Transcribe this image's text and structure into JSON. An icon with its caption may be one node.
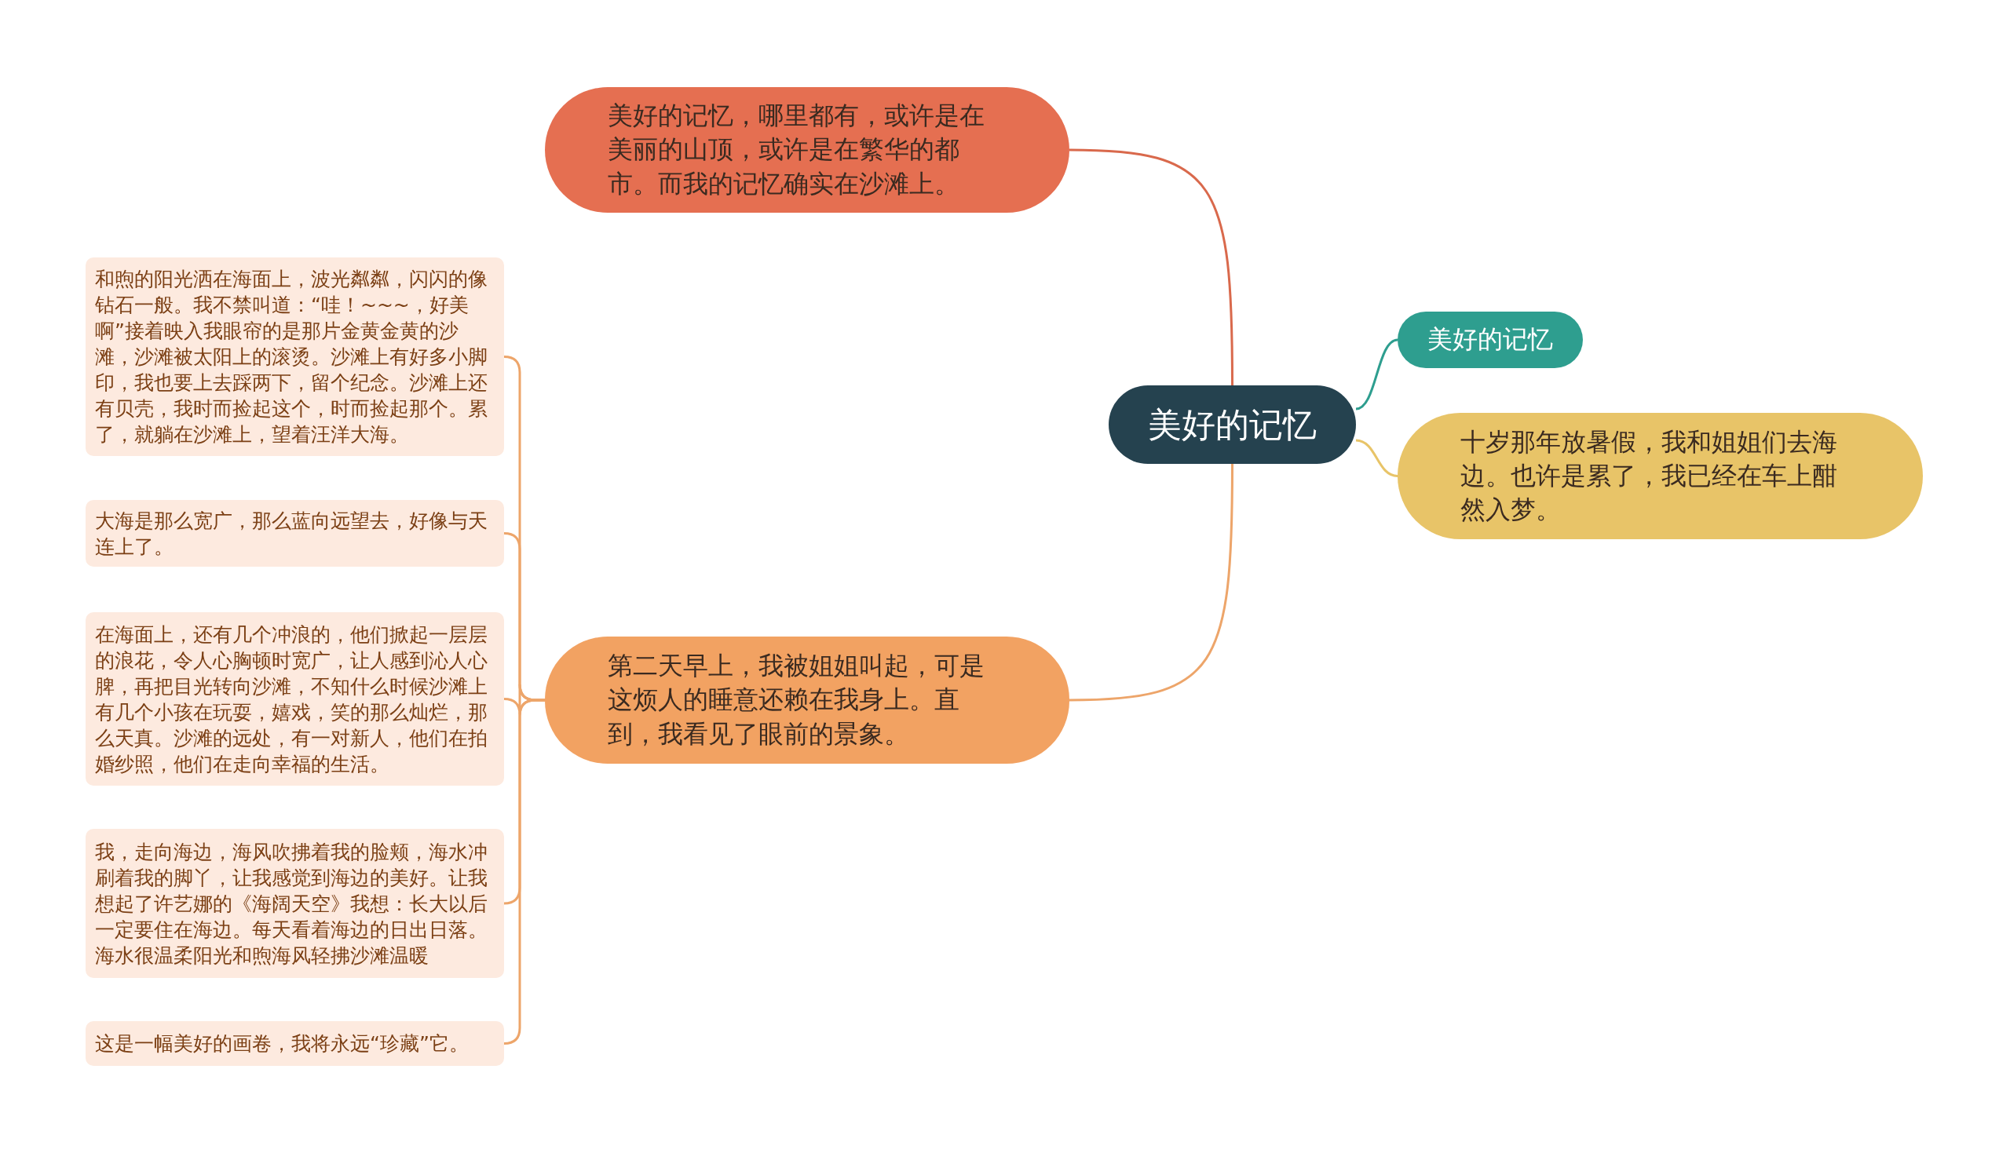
{
  "diagram": {
    "nodes": [
      {
        "text": [
          "美好的记忆"
        ]
      },
      {
        "text": [
          "美好的记忆，哪里都有，或许是在美丽的山顶，或许是在繁华的都市。而我的记忆确实在沙滩上。"
        ]
      },
      {
        "text": [
          "美好的记忆"
        ]
      },
      {
        "text": [
          "十岁那年放暑假，我和姐姐们去海边。也许是累了，我已经在车上酣然入梦。"
        ]
      },
      {
        "text": [
          "第二天早上，我被姐姐叫起，可是这烦人的睡意还赖在我身上。直到，我看见了眼前的景象。"
        ]
      },
      {
        "text": [
          "和煦的阳光洒在海面上，波光粼粼，闪闪的像钻石一般。我不禁叫道：“哇！~~~，好美啊”接着映入我眼帘的是那片金黄金黄的沙滩，沙滩被太阳上的滚烫。沙滩上有好多小脚印，我也要上去踩两下，留个纪念。沙滩上还有贝壳，我时而捡起这个，时而捡起那个。累了，就躺在沙滩上，望着汪洋大海。"
        ]
      },
      {
        "text": [
          "大海是那么宽广，那么蓝向远望去，好像与天连上了。"
        ]
      },
      {
        "text": [
          "在海面上，还有几个冲浪的，他们掀起一层层的浪花，令人心胸顿时宽广，让人感到沁人心脾，再把目光转向沙滩，不知什么时候沙滩上有几个小孩在玩耍，嬉戏，笑的那么灿烂，那么天真。沙滩的远处，有一对新人，他们在拍婚纱照，他们在走向幸福的生活。"
        ]
      },
      {
        "text": [
          "我，走向海边，海风吹拂着我的脸颊，海水冲刷着我的脚丫，让我感觉到海边的美好。让我想起了许艺娜的《海阔天空》我想：长大以后一定要住在海边。每天看着海边的日出日落。海水很温柔阳光和煦海风轻拂沙滩温暖"
        ]
      },
      {
        "text": [
          "这是一幅美好的画卷，我将永远“珍藏”它。"
        ]
      }
    ],
    "edges": [
      {
        "from": 0,
        "to": 1,
        "arrow": "none",
        "color": "#d9694c"
      },
      {
        "from": 0,
        "to": 2,
        "arrow": "none",
        "color": "#2e9e8f"
      },
      {
        "from": 0,
        "to": 3,
        "arrow": "none",
        "color": "#e8c468"
      },
      {
        "from": 0,
        "to": 4,
        "arrow": "none"
      },
      {
        "from": 4,
        "to": 5,
        "arrow": "none"
      },
      {
        "from": 4,
        "to": 6,
        "arrow": "none"
      },
      {
        "from": 4,
        "to": 7,
        "arrow": "none"
      },
      {
        "from": 4,
        "to": 8,
        "arrow": "none"
      },
      {
        "from": 4,
        "to": 9,
        "arrow": "none"
      }
    ]
  }
}
